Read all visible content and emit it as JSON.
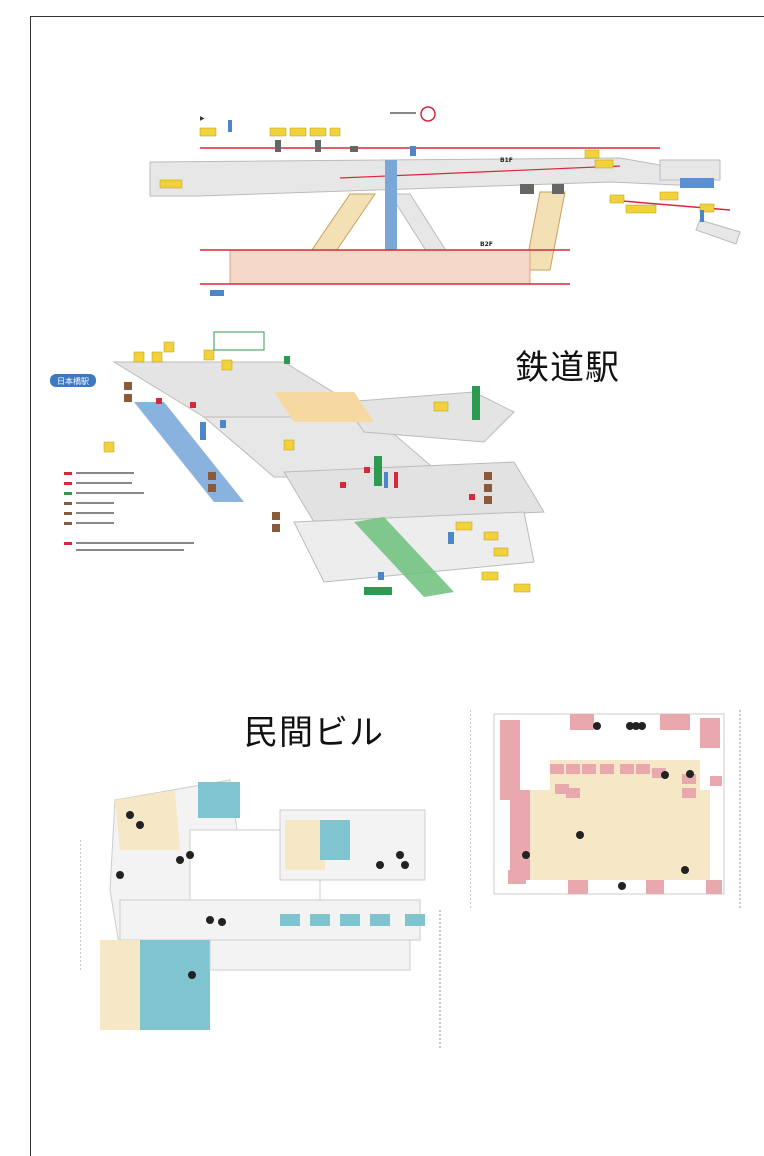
{
  "captions": {
    "railway": "鉄道駅",
    "private_building": "民間ビル"
  },
  "top_map": {
    "floor_b1": "B1F",
    "floor_b2": "B2F"
  },
  "station_map": {
    "station_badge": "日本橋駅"
  },
  "colors": {
    "yellow": "#f2d23c",
    "red": "#d9283a",
    "blue": "#4d86c7",
    "green": "#2d9a52",
    "brown": "#8a5a3a",
    "pink": "#e9a8ad",
    "cream": "#f6e7c6",
    "teal": "#7fc4cf",
    "gray": "#d9d9d9"
  }
}
